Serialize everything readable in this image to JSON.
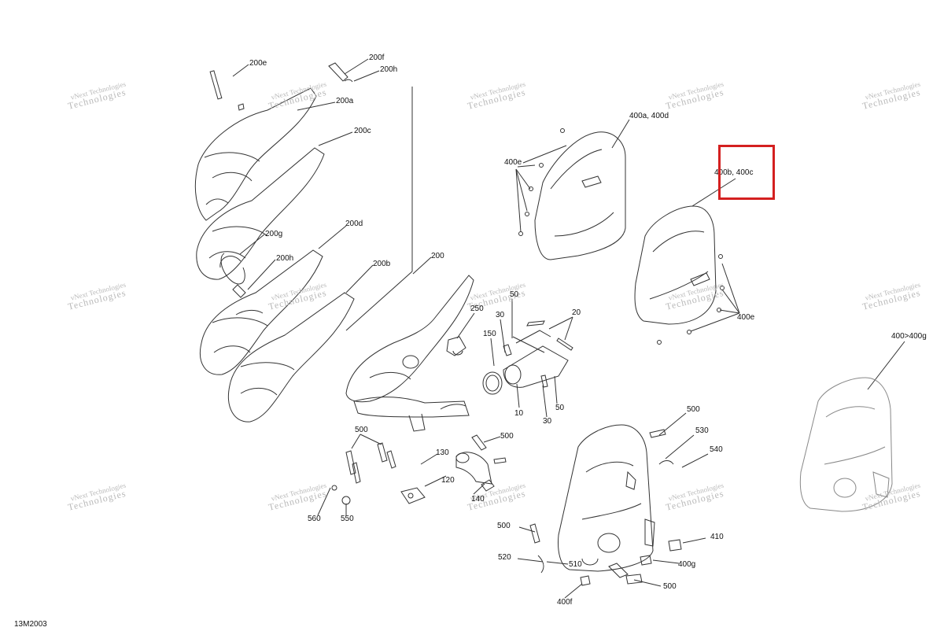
{
  "diagram": {
    "drawing_id": "13M2003",
    "highlight_color": "#d42020",
    "watermark": {
      "line1": "vNext Technologies",
      "line2": "Technologies"
    },
    "callouts": {
      "c200e": "200e",
      "c200f": "200f",
      "c200h_top": "200h",
      "c200a": "200a",
      "c200c": "200c",
      "c200g": "200g",
      "c200h": "200h",
      "c200d": "200d",
      "c200b": "200b",
      "c200": "200",
      "c50_top": "50",
      "c250": "250",
      "c30_top": "30",
      "c20": "20",
      "c150": "150",
      "c10": "10",
      "c50_bottom": "50",
      "c30_bottom": "30",
      "c500_left": "500",
      "c500_mid": "500",
      "c130": "130",
      "c120": "120",
      "c140": "140",
      "c560": "560",
      "c550": "550",
      "c400a_d": "400a, 400d",
      "c400e_left": "400e",
      "c400b_c": "400b, 400c",
      "c400e_right": "400e",
      "c400_g": "400>400g",
      "c500_r1": "500",
      "c530": "530",
      "c540": "540",
      "c500_r2": "500",
      "c410": "410",
      "c520": "520",
      "c510": "510",
      "c400g": "400g",
      "c500_r3": "500",
      "c400f": "400f"
    }
  }
}
